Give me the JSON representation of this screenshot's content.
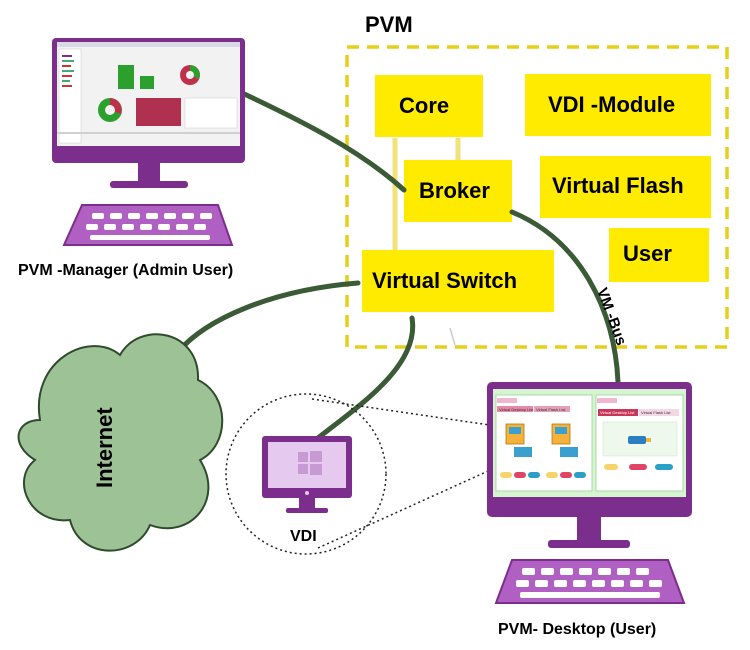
{
  "colors": {
    "box_fill": "#ffeb00",
    "dashed_border": "#e6cf1a",
    "link": "#3b5a36",
    "cloud_fill": "#9dc296",
    "cloud_stroke": "#2f4a2c",
    "monitor_purple": "#7c2e8c",
    "keyboard_purple": "#b060c2"
  },
  "pvm": {
    "title": "PVM",
    "modules": {
      "core": "Core",
      "broker": "Broker",
      "virtual_switch": "Virtual Switch",
      "vdi_module": "VDI -Module",
      "virtual_flash": "Virtual Flash",
      "user": "User"
    }
  },
  "links": {
    "vm_bus": "VM -Bus"
  },
  "nodes": {
    "manager": "PVM -Manager (Admin User)",
    "internet": "Internet",
    "vdi": "VDI",
    "desktop": "PVM- Desktop (User)"
  },
  "desktop_ui": {
    "tab_virtual_desktop_list": "Virtual Desktop List",
    "tab_virtual_flash_list": "Virtual Flash List"
  }
}
